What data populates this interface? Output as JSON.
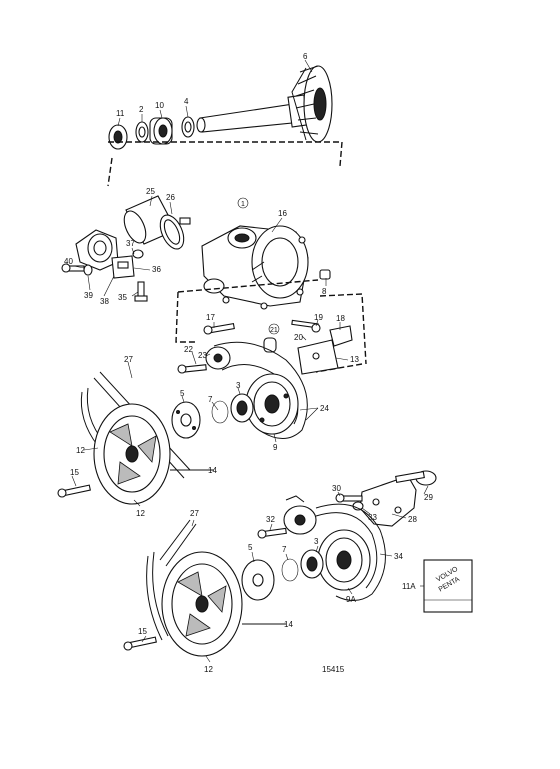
{
  "callouts": {
    "c6": "6",
    "c11": "11",
    "c2": "2",
    "c10": "10",
    "c4": "4",
    "c25": "25",
    "c26": "26",
    "c1": "1",
    "c16": "16",
    "c37": "37",
    "c40": "40",
    "c36": "36",
    "c39": "39",
    "c38": "38",
    "c35": "35",
    "c8": "8",
    "c17": "17",
    "c21": "21",
    "c19": "19",
    "c18": "18",
    "c20": "20",
    "c22": "22",
    "c23": "23",
    "c13": "13",
    "c27a": "27",
    "c3a": "3",
    "c5a": "5",
    "c7a": "7",
    "c24": "24",
    "c9": "9",
    "c12a": "12",
    "c14a": "14",
    "c15a": "15",
    "c12b": "12",
    "c30": "30",
    "c29": "29",
    "c33": "33",
    "c28": "28",
    "c27b": "27",
    "c32": "32",
    "c5b": "5",
    "c7b": "7",
    "c3b": "3",
    "c34": "34",
    "c9a": "9A",
    "c11a": "11A",
    "c15b": "15",
    "c14b": "14",
    "c12c": "12"
  },
  "drawing_number": "15415",
  "brand": {
    "line1": "VOLVO",
    "line2": "PENTA"
  }
}
